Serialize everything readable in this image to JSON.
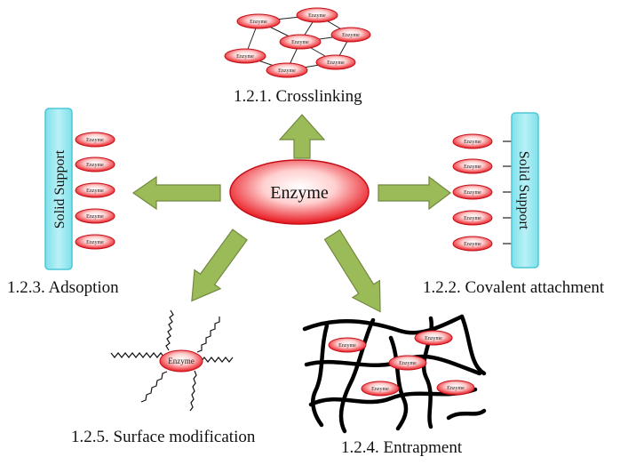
{
  "center": {
    "label": "Enzyme"
  },
  "enzyme_label": "Enzyme",
  "support_label": "Solid Support",
  "methods": {
    "crosslinking": "1.2.1. Crosslinking",
    "covalent": "1.2.2. Covalent attachment",
    "adsorption": "1.2.3. Adsoption",
    "entrapment": "1.2.4. Entrapment",
    "surface": "1.2.5. Surface modification"
  },
  "colors": {
    "arrow_fill": "#9bbb59",
    "arrow_stroke": "#71893f",
    "enzyme_red": "#e8141c",
    "support_fill": "#93e6ee",
    "support_stroke": "#4cc8d6"
  }
}
